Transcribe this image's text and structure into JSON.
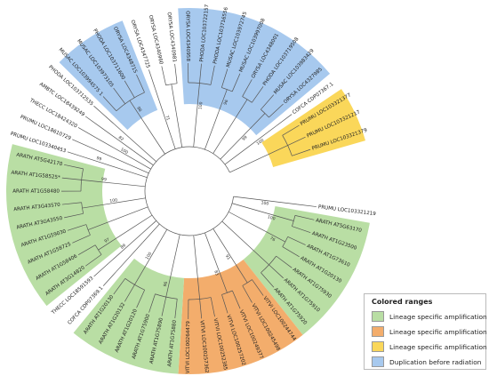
{
  "colors": {
    "green": "#b9dea4",
    "orange": "#f3ad6c",
    "yellow": "#fad75a",
    "blue": "#a7c9ee"
  },
  "legend": {
    "title": "Colored ranges",
    "items": [
      {
        "label": "Lineage specific amplification",
        "color": "#b9dea4"
      },
      {
        "label": "Lineage specific amplification",
        "color": "#f3ad6c"
      },
      {
        "label": "Lineage specific amplification",
        "color": "#fad75a"
      },
      {
        "label": "Duplication before radiation",
        "color": "#a7c9ee"
      }
    ]
  },
  "tree": {
    "leaves": [
      {
        "label": "PRUMU LOC103321219",
        "clade": "none"
      },
      {
        "label": "ARATH AT5G63170",
        "clade": "green"
      },
      {
        "label": "ARATH AT1G23500",
        "clade": "green"
      },
      {
        "label": "ARATH AT1G73610",
        "clade": "green"
      },
      {
        "label": "ARATH AT1G20130",
        "clade": "green"
      },
      {
        "label": "ARATH AT1G75930",
        "clade": "green"
      },
      {
        "label": "ARATH AT1G75910",
        "clade": "green"
      },
      {
        "label": "ARATH AT1G75920",
        "clade": "green"
      },
      {
        "label": "VITVI LOC100244744",
        "clade": "orange"
      },
      {
        "label": "VITVI LOC100245498",
        "clade": "orange"
      },
      {
        "label": "VITVI LOC100249377",
        "clade": "orange"
      },
      {
        "label": "VITVI LOC100257202",
        "clade": "orange"
      },
      {
        "label": "VITVI LOC100252385",
        "clade": "orange"
      },
      {
        "label": "VITVI LOC100257362",
        "clade": "orange"
      },
      {
        "label": "VITVI LOC100264479",
        "clade": "orange"
      },
      {
        "label": "ARATH AT1G75880",
        "clade": "green"
      },
      {
        "label": "ARATH AT1G75890",
        "clade": "green"
      },
      {
        "label": "ARATH AT1G75900",
        "clade": "green"
      },
      {
        "label": "ARATH AT1G20120",
        "clade": "green"
      },
      {
        "label": "ARATH AT1G20132",
        "clade": "green"
      },
      {
        "label": "ARATH AT1G20130",
        "clade": "green"
      },
      {
        "label": "COFCA CDP07369.1",
        "clade": "none"
      },
      {
        "label": "THECC LOC18591593",
        "clade": "none"
      },
      {
        "label": "ARATH AT3G14820",
        "clade": "green"
      },
      {
        "label": "ARATH AT1G58406",
        "clade": "green"
      },
      {
        "label": "ARATH AT1G58725",
        "clade": "green"
      },
      {
        "label": "ARATH AT1G59030",
        "clade": "green"
      },
      {
        "label": "ARATH AT3G43550",
        "clade": "green"
      },
      {
        "label": "ARATH AT3G43570",
        "clade": "green"
      },
      {
        "label": "ARATH AT1G58480",
        "clade": "green"
      },
      {
        "label": "ARATH AT1G58525*",
        "clade": "green"
      },
      {
        "label": "ARATH AT5G42170",
        "clade": "green"
      },
      {
        "label": "PRUMU LOC103340453",
        "clade": "none"
      },
      {
        "label": "PRUMU LOC18610729",
        "clade": "none"
      },
      {
        "label": "THECC LOC18424320",
        "clade": "none"
      },
      {
        "label": "AMBTC LOC18439249",
        "clade": "none"
      },
      {
        "label": "PHODA LOC103712535",
        "clade": "none"
      },
      {
        "label": "MUSAC LOC103994575 1",
        "clade": "blue"
      },
      {
        "label": "MUSAC LOC103973105",
        "clade": "blue"
      },
      {
        "label": "PHODA LOC103711600",
        "clade": "blue"
      },
      {
        "label": "ORYSA LOC4348715",
        "clade": "blue"
      },
      {
        "label": "ORYSA LOC4347725",
        "clade": "none"
      },
      {
        "label": "ORYSA LOC4340960",
        "clade": "none"
      },
      {
        "label": "ORYSA LOC4340981",
        "clade": "none"
      },
      {
        "label": "ORYSA LOC4340958",
        "clade": "blue"
      },
      {
        "label": "PHODA LOC103722157",
        "clade": "blue"
      },
      {
        "label": "PHODA LOC103716556",
        "clade": "blue"
      },
      {
        "label": "MUSAC LOC103972745",
        "clade": "blue"
      },
      {
        "label": "MUSAC LOC103997008",
        "clade": "blue"
      },
      {
        "label": "ORYSA LOC4348001",
        "clade": "blue"
      },
      {
        "label": "PHODA LOC103719508",
        "clade": "blue"
      },
      {
        "label": "MUSAC LOC103983429",
        "clade": "blue"
      },
      {
        "label": "ORYSA LOC4327985",
        "clade": "blue"
      },
      {
        "label": "COFCA CDP07367.1",
        "clade": "none"
      },
      {
        "label": "PRUMU LOC103321377",
        "clade": "yellow"
      },
      {
        "label": "PRUMU LOC103321217",
        "clade": "yellow"
      },
      {
        "label": "PRUMU LOC103321379",
        "clade": "yellow"
      }
    ],
    "bootstraps": [
      "100",
      "100",
      "76",
      "91",
      "83",
      "96",
      "100",
      "89",
      "97",
      "100",
      "99",
      "99",
      "100",
      "82",
      "98",
      "71",
      "100",
      "96",
      "99",
      "100"
    ]
  }
}
